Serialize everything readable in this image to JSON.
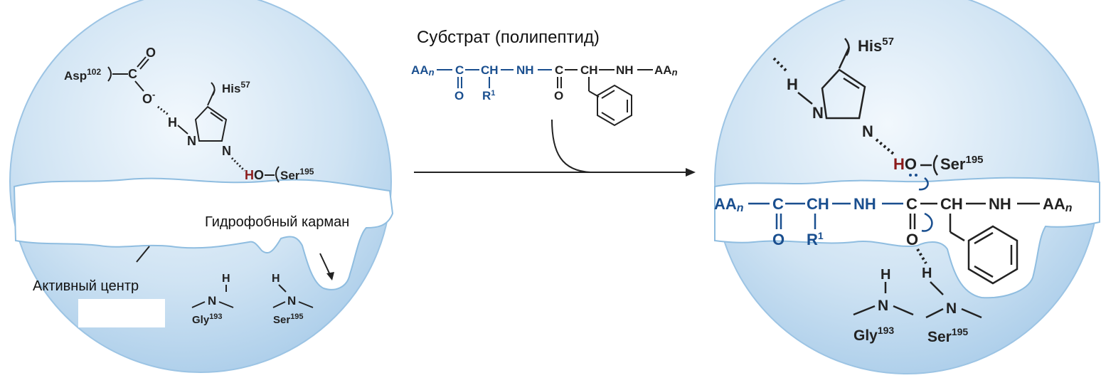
{
  "substrate": {
    "title": "Субстрат (полипептид)"
  },
  "labels": {
    "active_center": "Активный центр",
    "hydrophobic_pocket": "Гидрофобный карман"
  },
  "chain": {
    "aa": "AA",
    "n": "n",
    "c": "C",
    "ch": "CH",
    "nh": "NH",
    "o": "O",
    "r": "R",
    "r_sup": "1"
  },
  "residues": {
    "asp": "Asp",
    "asp_num": "102",
    "his": "His",
    "his_num": "57",
    "ser": "Ser",
    "ser_num": "195",
    "gly": "Gly",
    "gly_num": "193",
    "h": "H",
    "n": "N",
    "ho": "HO",
    "ho_h": "H",
    "ho_o": "O",
    "c": "C",
    "o": "O",
    "o_minus": "O",
    "minus": "-"
  },
  "colors": {
    "sphere_light": "#eaf3fb",
    "sphere_dark": "#a9cce9",
    "outline": "#8fbde0",
    "chain_blue": "#1a4f8f",
    "text_dark": "#222222",
    "ho_red": "#8b1a1a"
  }
}
